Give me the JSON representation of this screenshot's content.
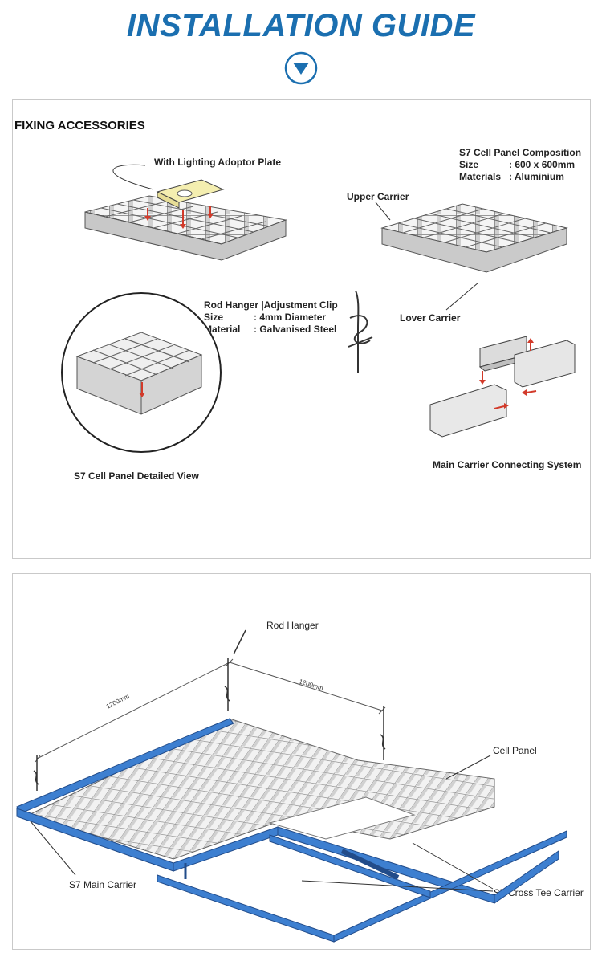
{
  "header": {
    "title": "INSTALLATION GUIDE"
  },
  "fixing": {
    "heading": "FIXING ACCESSORIES",
    "lighting_label": "With Lighting Adoptor Plate",
    "composition": {
      "title": "S7 Cell Panel Composition",
      "size_key": "Size",
      "size_val": ": 600 x 600mm",
      "mat_key": "Materials",
      "mat_val": ": Aluminium"
    },
    "upper_carrier": "Upper Carrier",
    "lower_carrier": "Lover Carrier",
    "rod": {
      "title": "Rod Hanger |Adjustment Clip",
      "size_key": "Size",
      "size_val": ": 4mm Diameter",
      "mat_key": "Material",
      "mat_val": ": Galvanised Steel"
    },
    "detail_view": "S7 Cell Panel Detailed View",
    "connecting": "Main Carrier Connecting System"
  },
  "assembly": {
    "rod_hanger": "Rod Hanger",
    "dim_left": "1200mm",
    "dim_right": "1200mm",
    "cell_panel": "Cell Panel",
    "main_carrier": "S7 Main Carrier",
    "cross_tee": "S7 Cross Tee Carrier"
  },
  "colors": {
    "brand": "#1b6fb0",
    "carrier_blue": "#3d7fd0",
    "panel_grey": "#d8d8d8",
    "accent_red": "#d23a2a",
    "plate_yellow": "#f4eeb0"
  }
}
